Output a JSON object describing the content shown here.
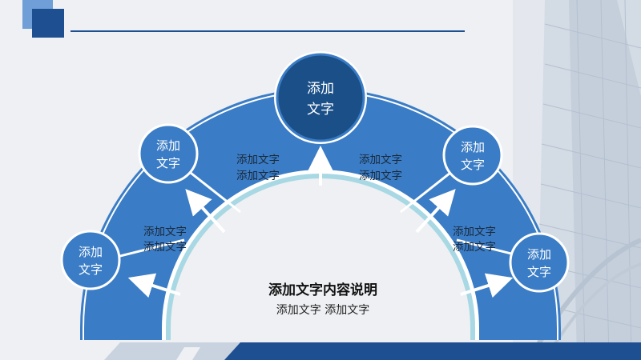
{
  "nodes": {
    "center": [
      "添加",
      "文字"
    ],
    "left_upper": [
      "添加",
      "文字"
    ],
    "left_lower": [
      "添加",
      "文字"
    ],
    "right_upper": [
      "添加",
      "文字"
    ],
    "right_lower": [
      "添加",
      "文字"
    ]
  },
  "bands": {
    "upper_left": [
      "添加文字",
      "添加文字"
    ],
    "upper_right": [
      "添加文字",
      "添加文字"
    ],
    "lower_left": [
      "添加文字",
      "添加文字"
    ],
    "lower_right": [
      "添加文字",
      "添加文字"
    ]
  },
  "caption": {
    "title": "添加文字内容说明",
    "subtitle": "添加文字 添加文字"
  },
  "colors": {
    "primary": "#3a7cc5",
    "dark": "#1a4f88",
    "accent_light": "#a8d8e4",
    "header_dark": "#1d4f91",
    "header_light": "#6f9fd6"
  }
}
